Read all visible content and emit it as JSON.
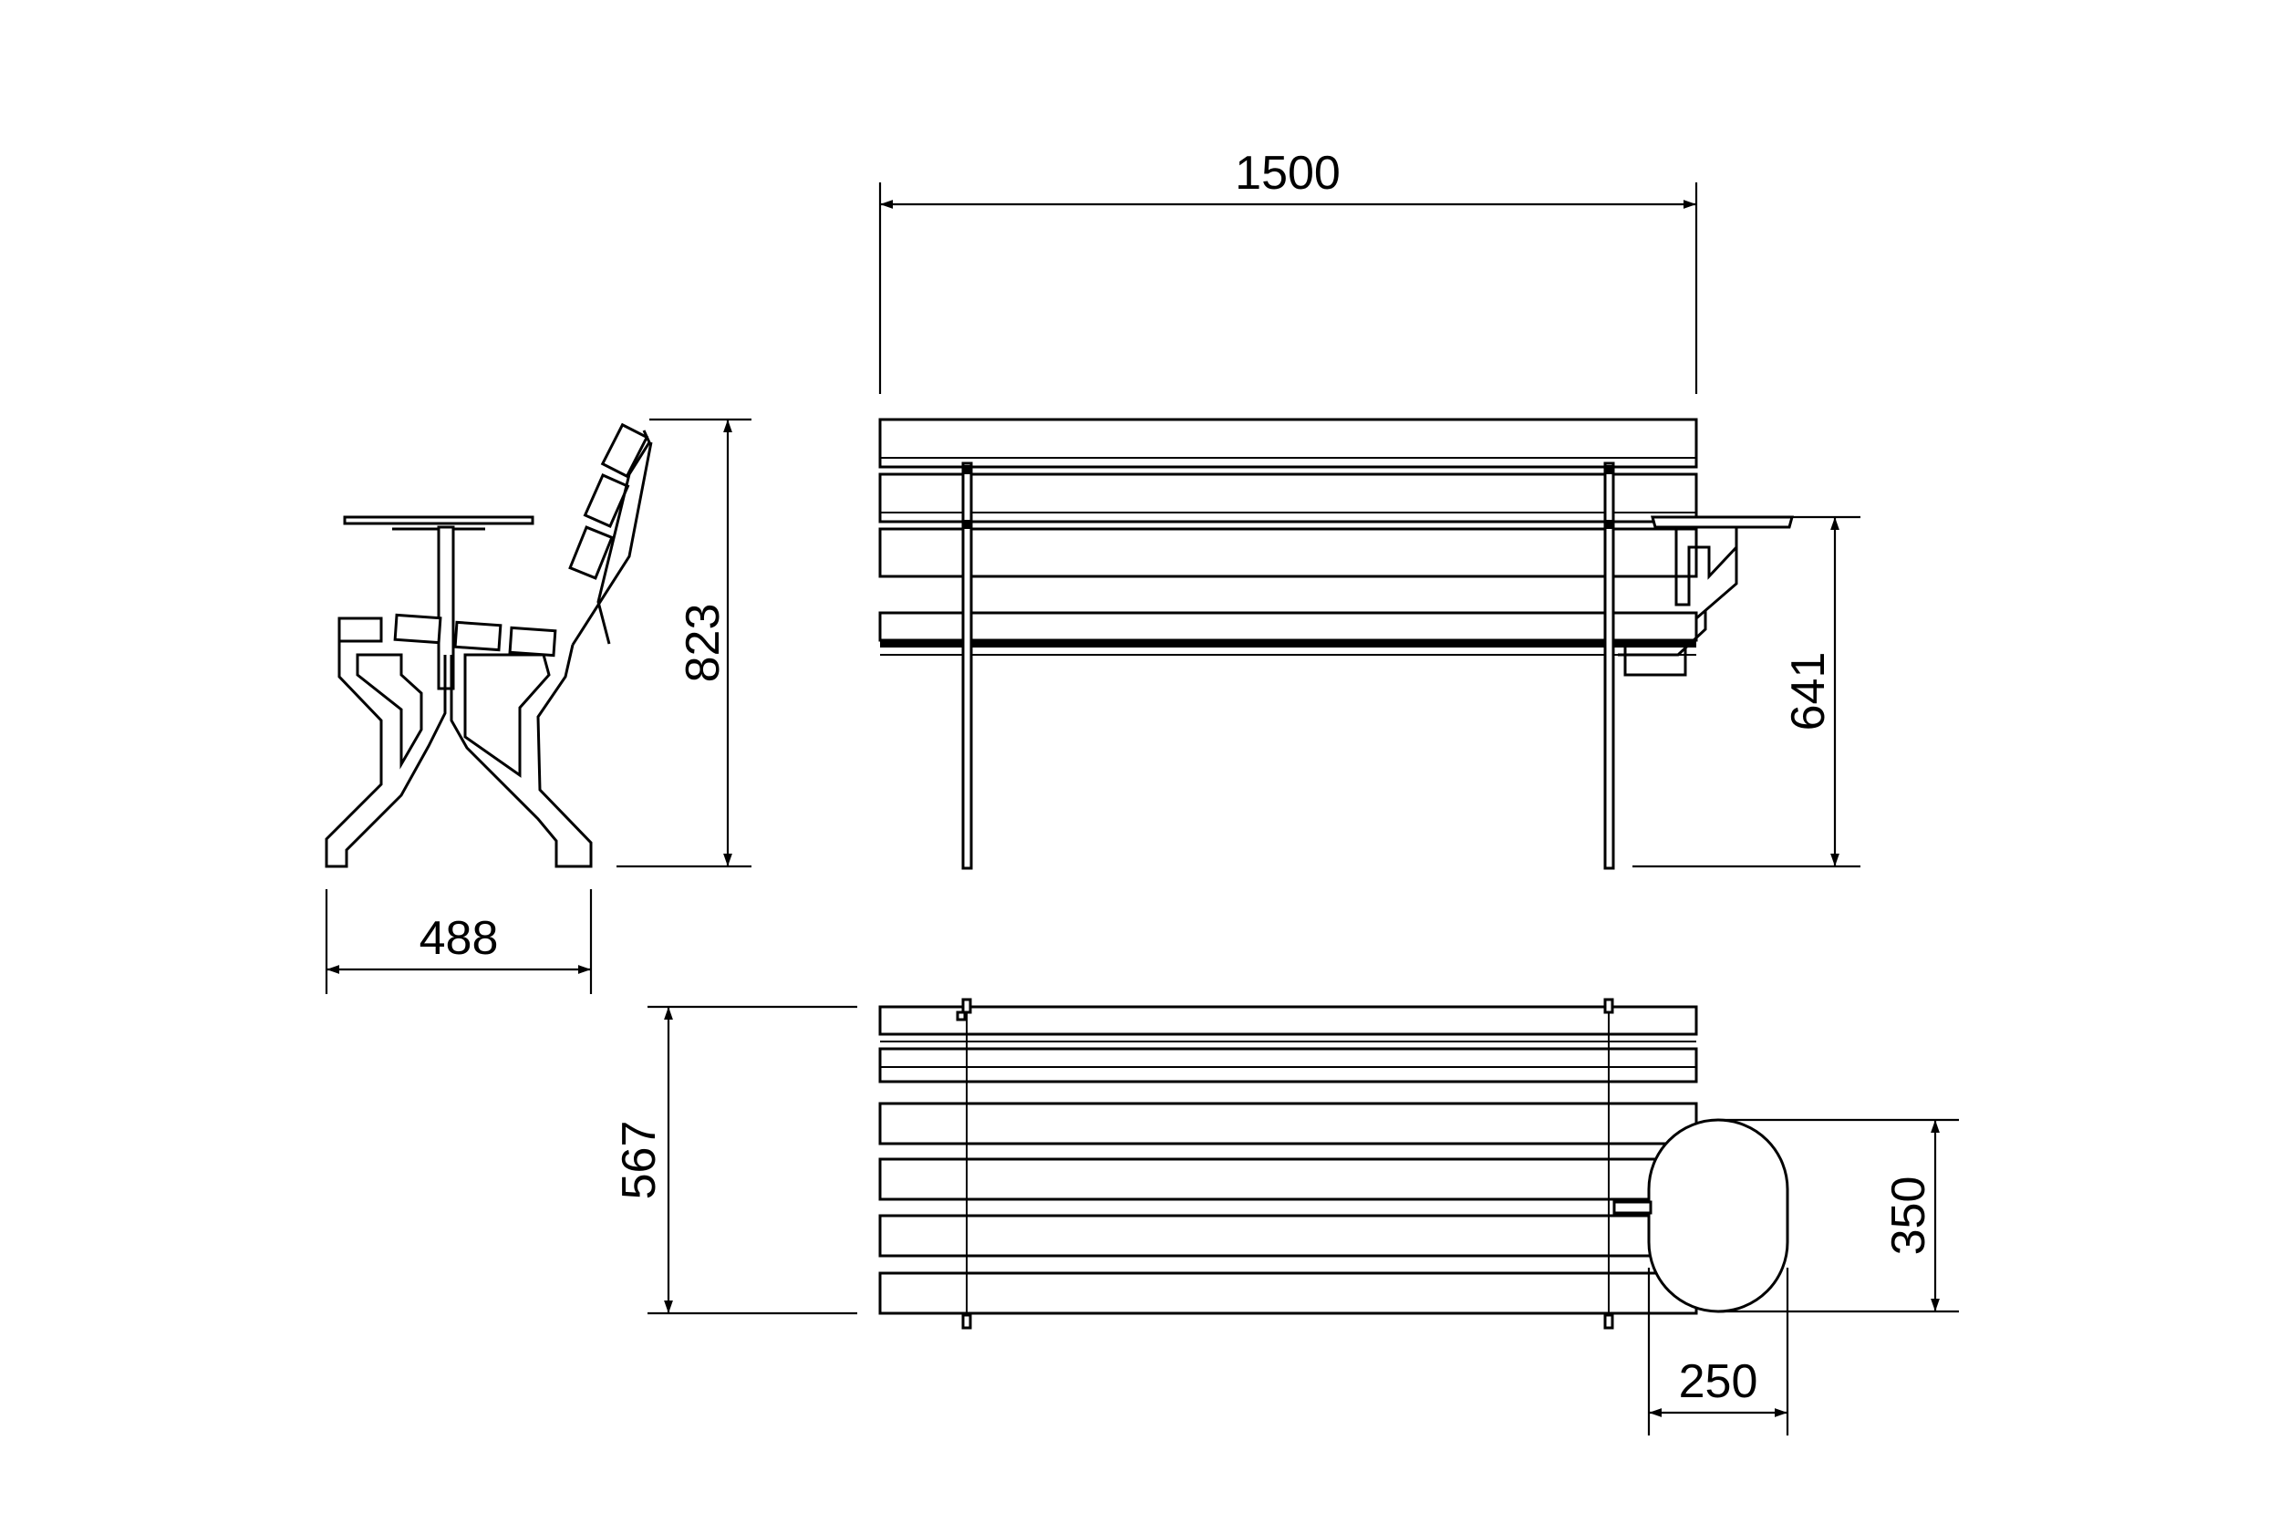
{
  "dimensions": {
    "overall_length": "1500",
    "overall_height": "823",
    "overall_depth": "488",
    "table_height": "641",
    "seat_depth": "567",
    "table_depth": "350",
    "table_width": "250"
  }
}
